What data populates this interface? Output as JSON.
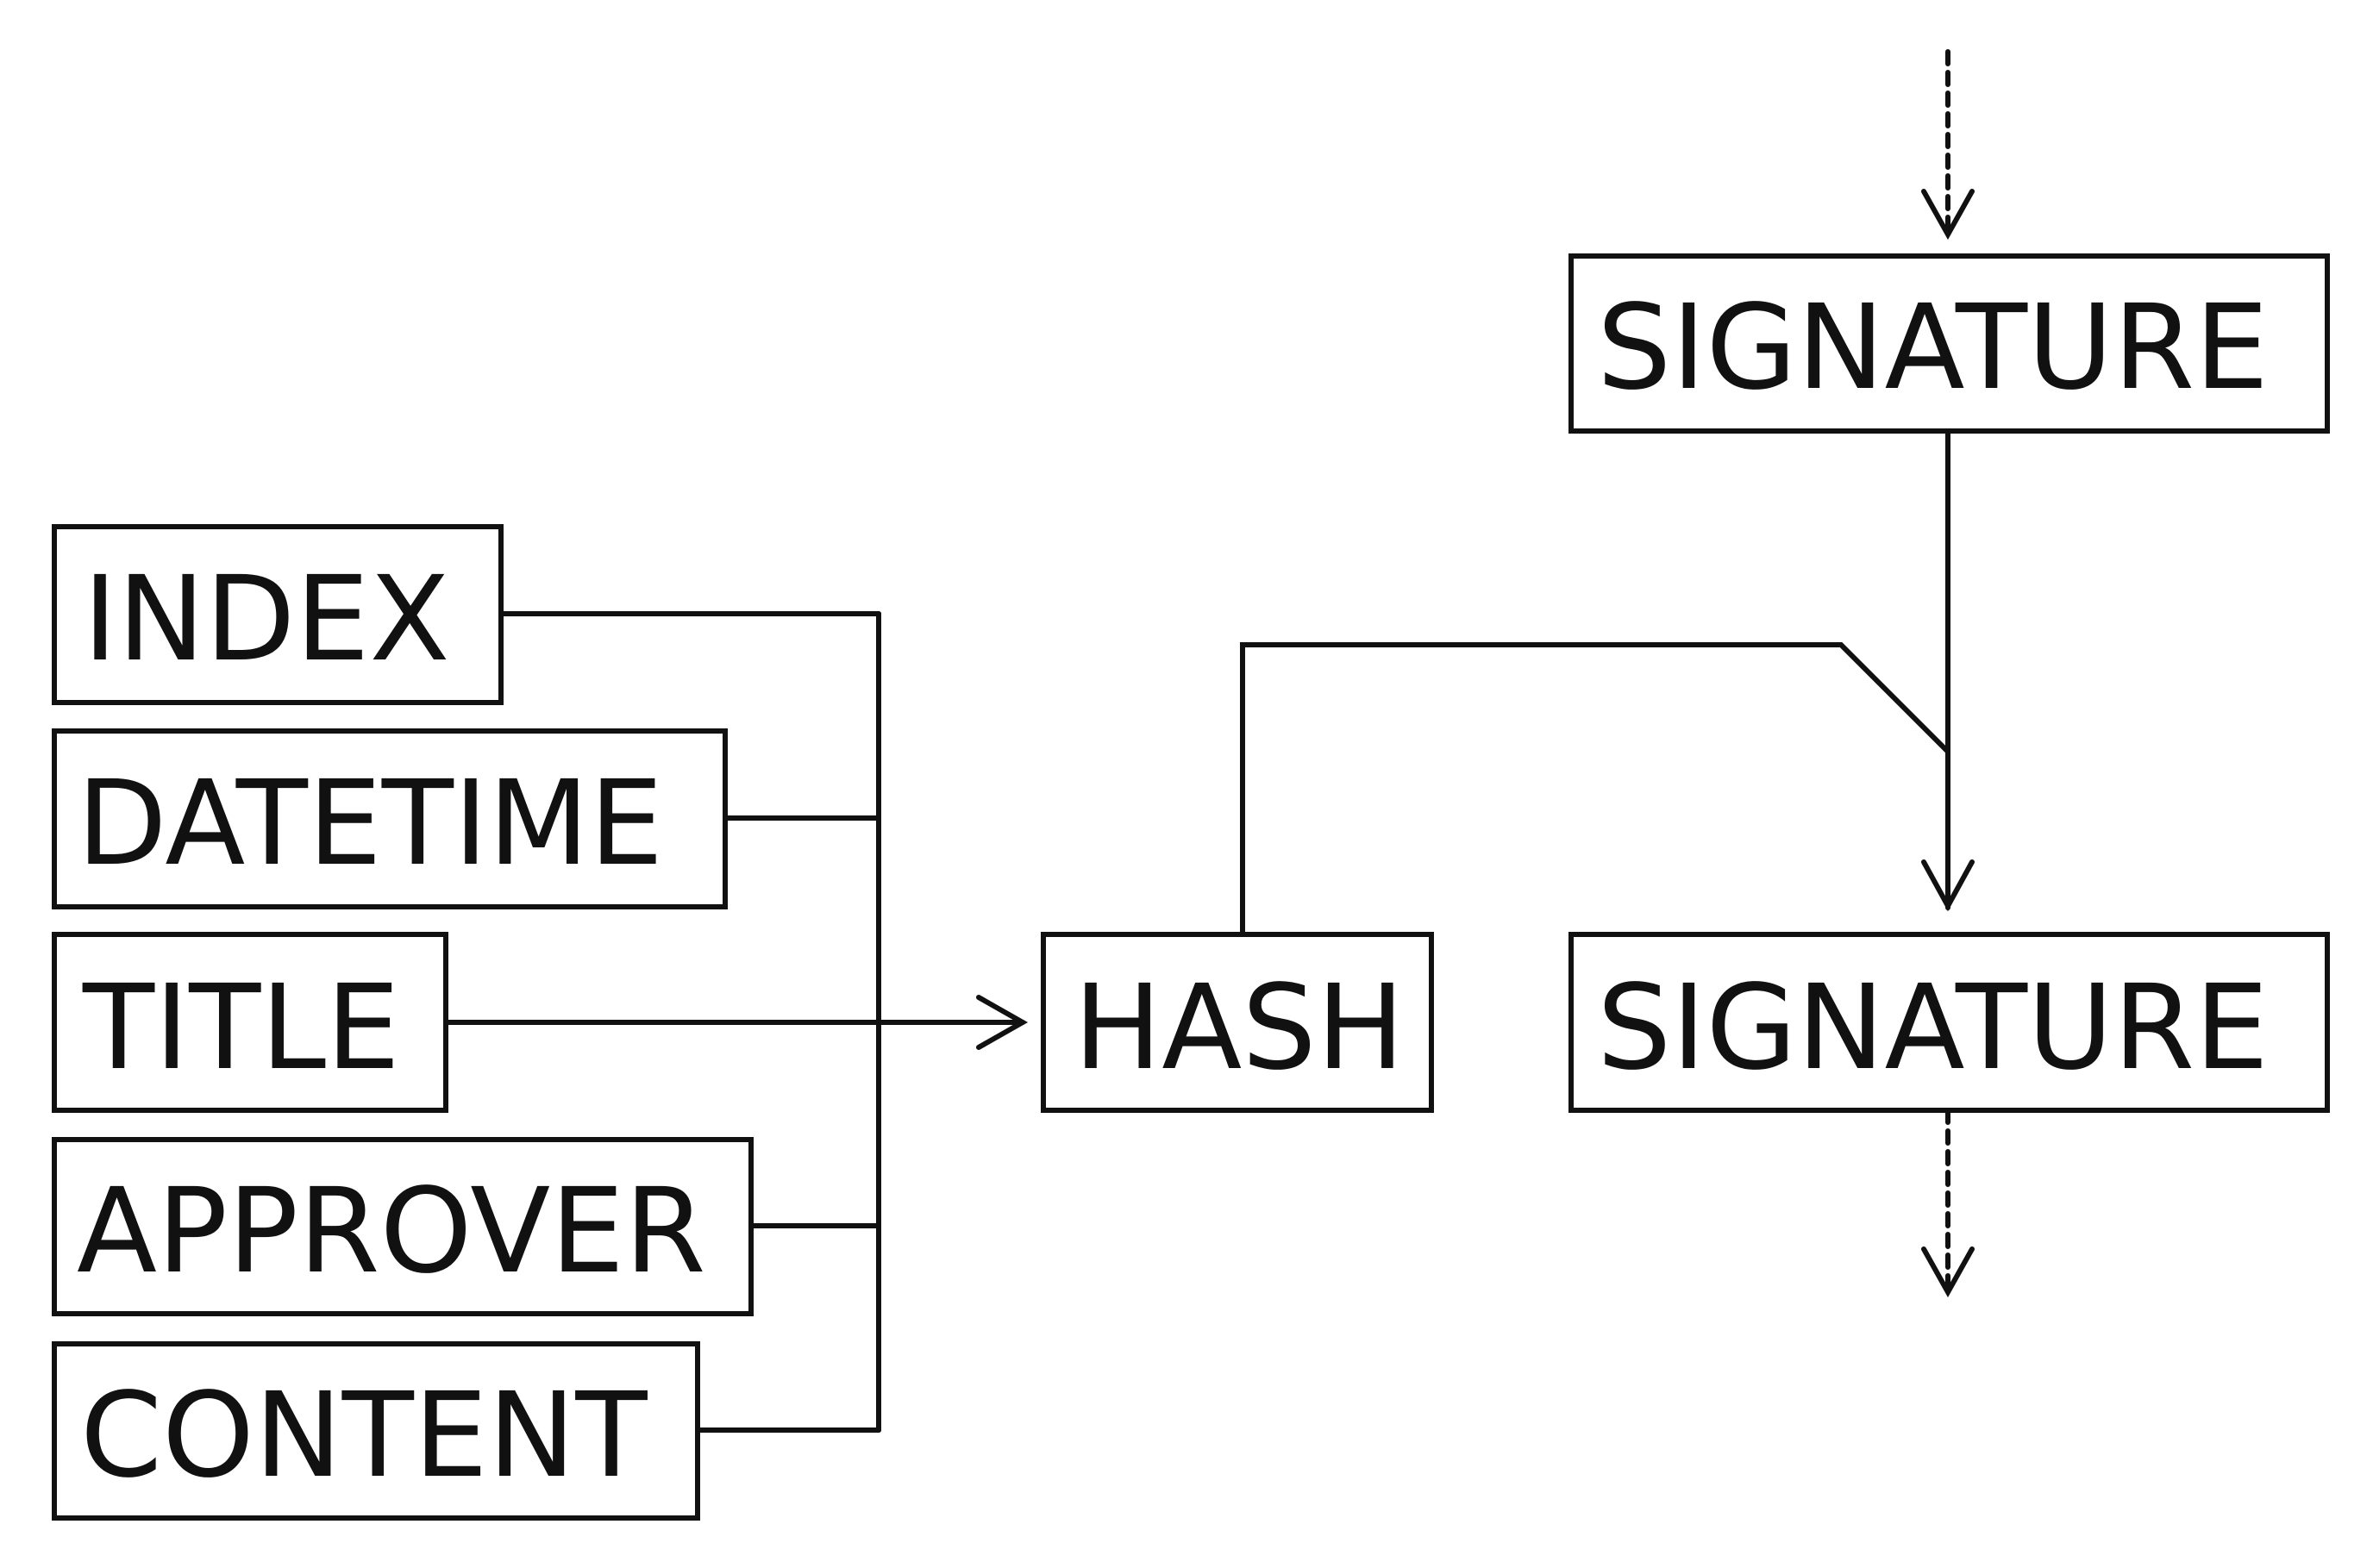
{
  "diagram": {
    "inputs": {
      "index": "INDEX",
      "datetime": "DATETIME",
      "title": "TITLE",
      "approver": "APPROVER",
      "content": "CONTENT"
    },
    "hash": "HASH",
    "previous_signature": "SIGNATURE",
    "current_signature": "SIGNATURE"
  },
  "colors": {
    "stroke": "#111111",
    "background": "#ffffff"
  }
}
